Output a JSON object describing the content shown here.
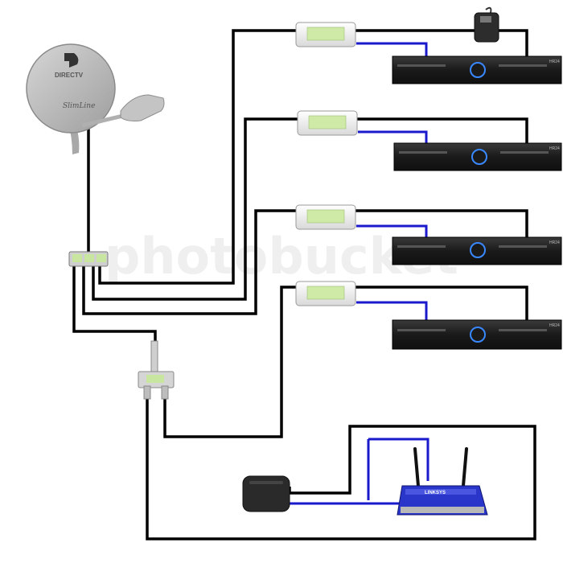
{
  "dish": {
    "brand": "DIRECTV",
    "model": "SlimLine"
  },
  "receivers": [
    {
      "label": "HR24"
    },
    {
      "label": "HR24"
    },
    {
      "label": "HR24"
    },
    {
      "label": "HR24"
    }
  ],
  "router": {
    "brand": "LINKSYS"
  },
  "watermark": {
    "text": "photobucket"
  },
  "colors": {
    "coax": "#000000",
    "ethernet": "#1a1acc",
    "dish": "#bdbdbd",
    "receiver": "#1b1b1b",
    "adapter": "#d4ecb0",
    "router": "#2a35c9"
  }
}
